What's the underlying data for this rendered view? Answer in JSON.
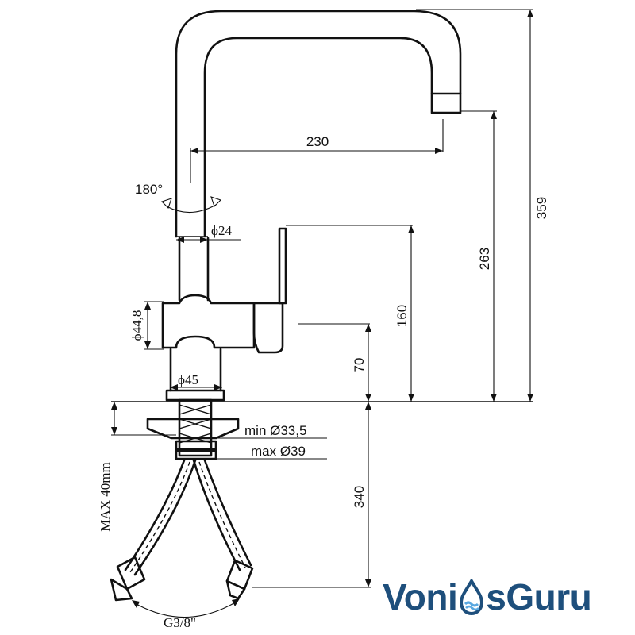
{
  "dimensions": {
    "total_height": "359",
    "aerator_height": "263",
    "body_height": "160",
    "lever_height": "70",
    "spout_reach": "230",
    "spout_diameter": "ϕ24",
    "body_diameter": "ϕ44,8",
    "base_diameter": "ϕ45",
    "rotation": "180°",
    "hole_min": "min Ø33,5",
    "hole_max": "max Ø39",
    "max_thickness": "MAX 40mm",
    "hose_length": "340",
    "thread": "G3/8\""
  },
  "logo": {
    "part1": "Voni",
    "part2": "sGuru",
    "drop_color": "#1e4f7c",
    "wave_color": "#5aa8e0"
  }
}
